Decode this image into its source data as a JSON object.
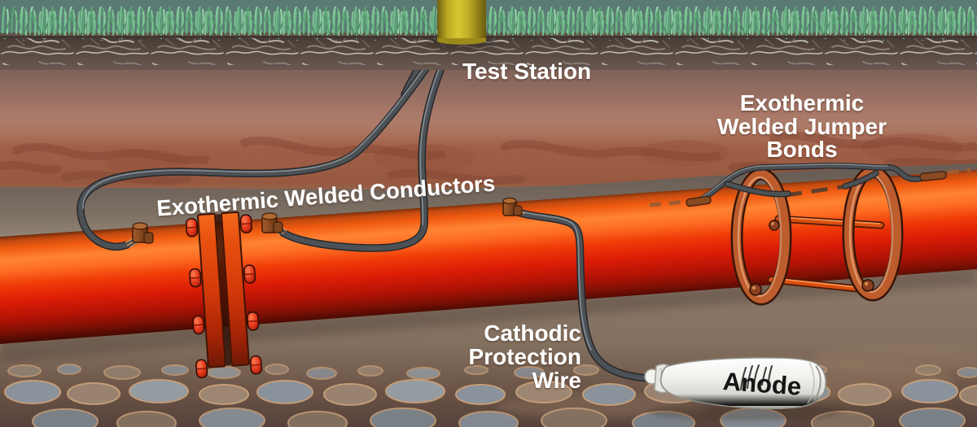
{
  "diagram": {
    "title": "Pipeline cathodic protection illustration",
    "labels": {
      "test_station": "Test Station",
      "welded_conductors": "Exothermic Welded Conductors",
      "jumper_line1": "Exothermic",
      "jumper_line2": "Welded Jumper",
      "jumper_line3": "Bonds",
      "cp_line1": "Cathodic",
      "cp_line2": "Protection",
      "cp_line3": "Wire",
      "anode": "Anode"
    },
    "colors": {
      "sky_teal": "#5b7a73",
      "grass_green": "#7cc493",
      "soil_dark": "#55483f",
      "earth_pink": "#b5826d",
      "rock_band": "#9c5a40",
      "pipe_orange": "#f04a0c",
      "pipe_highlight": "#ff8333",
      "pipe_shadow": "#5e0d04",
      "flange_copper": "#c8561c",
      "wire_gray": "#4c5156",
      "weld_brown": "#8a4a22",
      "post_yellow": "#d8c630",
      "anode_white": "#f2f1ee",
      "label_white": "#ffffff",
      "anode_text": "#161616"
    }
  }
}
